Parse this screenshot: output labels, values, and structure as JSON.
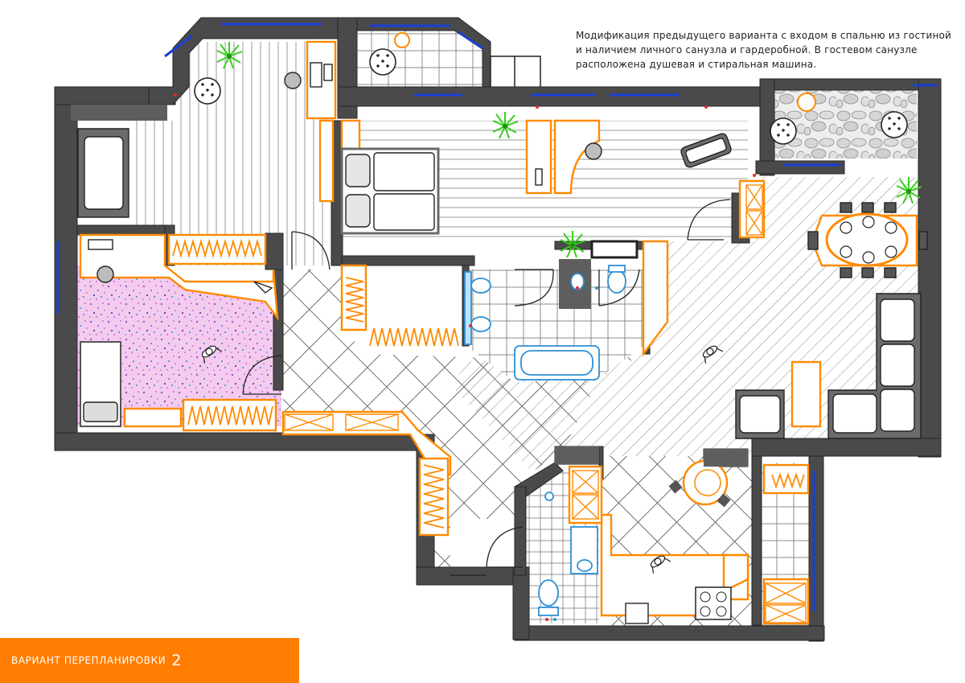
{
  "description_lines": [
    "Модификация предыдущего варианта с входом в спальню из гостиной",
    "и наличием личного санузла и гардеробной. В гостевом санузле",
    "расположена душевая и стиральная машина."
  ],
  "title": {
    "label": "ВАРИАНТ ПЕРЕПЛАНИРОВКИ",
    "number": "2"
  },
  "colors": {
    "wall": "#4a4a4a",
    "wall_edge": "#262626",
    "furniture_accent": "#ff8a00",
    "window_glass": "#1a3fd6",
    "sanitary": "#2d8fd5",
    "plant": "#36d11a",
    "title_bar": "#ff7d00",
    "hatch": "#8a8a8a",
    "carpet": "#f3c4ee",
    "carpet_dots": "#8a5cc7",
    "stone": "#d9d9d9"
  },
  "icons": [
    "plant-icon",
    "person-icon",
    "armchair-icon",
    "sink-icon",
    "toilet-icon",
    "bathtub-icon",
    "stove-icon",
    "door-swing-icon"
  ]
}
